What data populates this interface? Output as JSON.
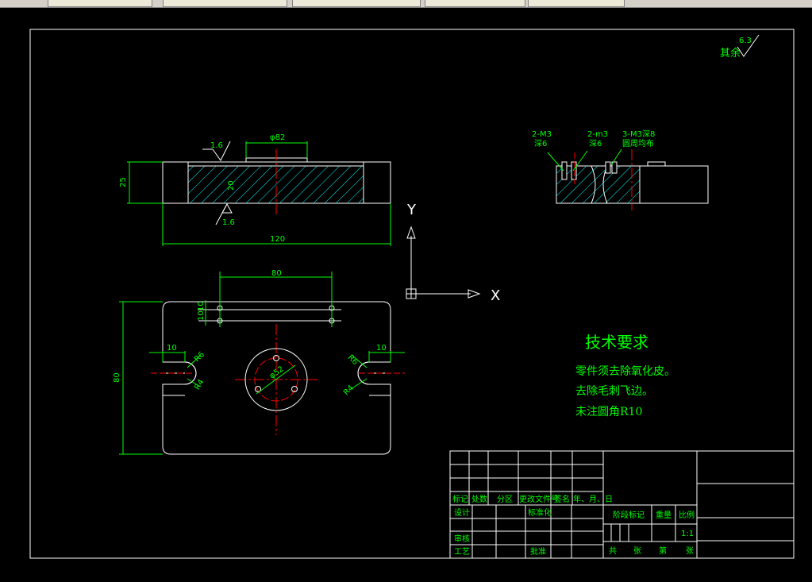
{
  "window": {
    "tabs": [
      "",
      "",
      "",
      "",
      ""
    ]
  },
  "surface_finish": {
    "other_prefix": "其余",
    "other_value": "6.3",
    "top_value": "1.6",
    "bottom_value": "1.6"
  },
  "dimensions": {
    "front_height": "25",
    "front_inner_height": "20",
    "boss_dia": "φ82",
    "total_width": "120",
    "top_hole_spacing": "80",
    "left_small_a": "10",
    "left_small_b": "10",
    "plan_height": "80",
    "slot_left": "10",
    "slot_right": "10",
    "r_left": "R6",
    "r_left2": "R4",
    "r_right": "R6",
    "r_right2": "R4",
    "center_dia": "φ52"
  },
  "section_labels": {
    "label1_line1": "2-M3",
    "label1_line2": "深6",
    "label2_line1": "2-m3",
    "label2_line2": "深6",
    "label3_line1": "3-M3深8",
    "label3_line2": "圆周均布"
  },
  "ucs": {
    "y_label": "Y",
    "x_label": "X"
  },
  "tech_req": {
    "title": "技术要求",
    "items": [
      "零件须去除氧化皮。",
      "去除毛刺飞边。",
      "未注圆角R10"
    ]
  },
  "title_block": {
    "row_labels": [
      "标记",
      "处数",
      "分区",
      "更改文件号",
      "签名",
      "年、月、日"
    ],
    "design": "设计",
    "standardize": "标准化",
    "review": "审核",
    "process": "工艺",
    "approve": "批准",
    "stage_mark": "阶段标记",
    "weight": "重量",
    "scale": "比例",
    "scale_value": "1:1",
    "total": "共",
    "sheets1": "张",
    "page": "第",
    "sheets2": "张"
  },
  "colors": {
    "line_green": "#00ff00",
    "line_white": "#ffffff",
    "center_red": "#ff0000",
    "hatch_cyan": "#00ffff",
    "background": "#000000"
  }
}
